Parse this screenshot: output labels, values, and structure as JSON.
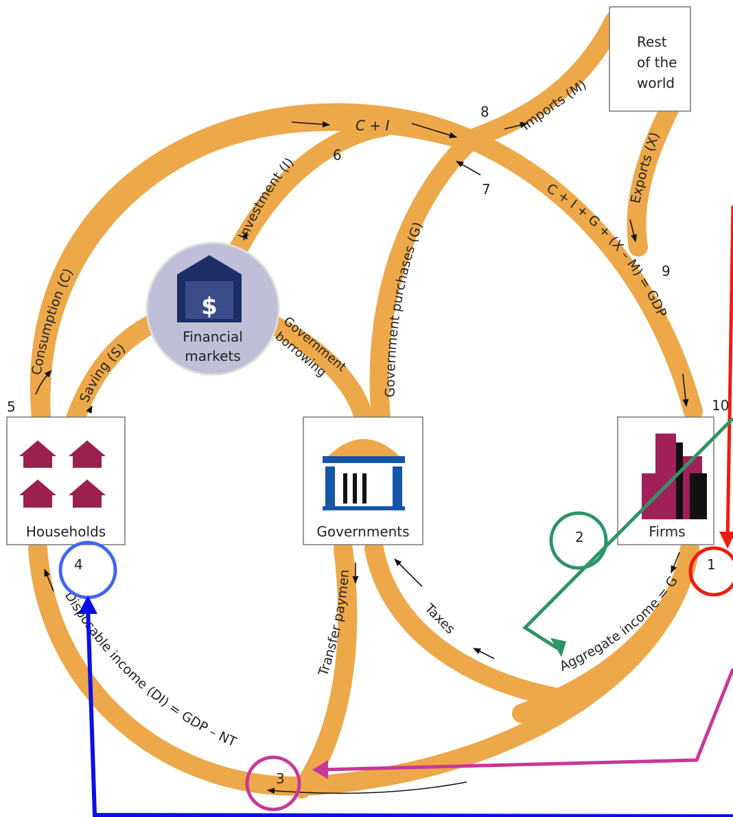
{
  "boxes": {
    "rest_of_world": [
      "Rest",
      "of the",
      "world"
    ],
    "households": "Households",
    "governments": "Governments",
    "firms": "Firms",
    "financial_markets": [
      "Financial",
      "markets"
    ]
  },
  "flows": {
    "consumption": "Consumption (C)",
    "saving": "Saving (S)",
    "investment": "Investment (I)",
    "c_plus_i": "C + I",
    "imports": "Imports (M)",
    "exports": "Exports (X)",
    "gov_purchases": "Government purchases (G)",
    "gov_borrowing": [
      "Government",
      "borrowing"
    ],
    "gdp_identity": "C + I + G + (X – M) = GDP",
    "aggregate_income": "Aggregate income = GDP",
    "taxes": "Taxes",
    "transfer_payments": "Transfer payments",
    "disposable_income": "Disposable income (DI) = GDP – NT"
  },
  "numbers": {
    "n1": "1",
    "n2": "2",
    "n3": "3",
    "n4": "4",
    "n5": "5",
    "n6": "6",
    "n7": "7",
    "n8": "8",
    "n9": "9",
    "n10": "10"
  },
  "colors": {
    "flow_band": "#EDA84A",
    "marker_red": "#F01B10",
    "marker_green": "#2E9466",
    "marker_magenta": "#C8379A",
    "marker_blue_circle": "#3F68F0",
    "marker_blue_arrow": "#0A10E6",
    "house": "#9B2050",
    "building": "#A02058",
    "bank_circle": "#BFC0D8",
    "bank": "#1E2E66",
    "gov_blue": "#1556A8"
  }
}
